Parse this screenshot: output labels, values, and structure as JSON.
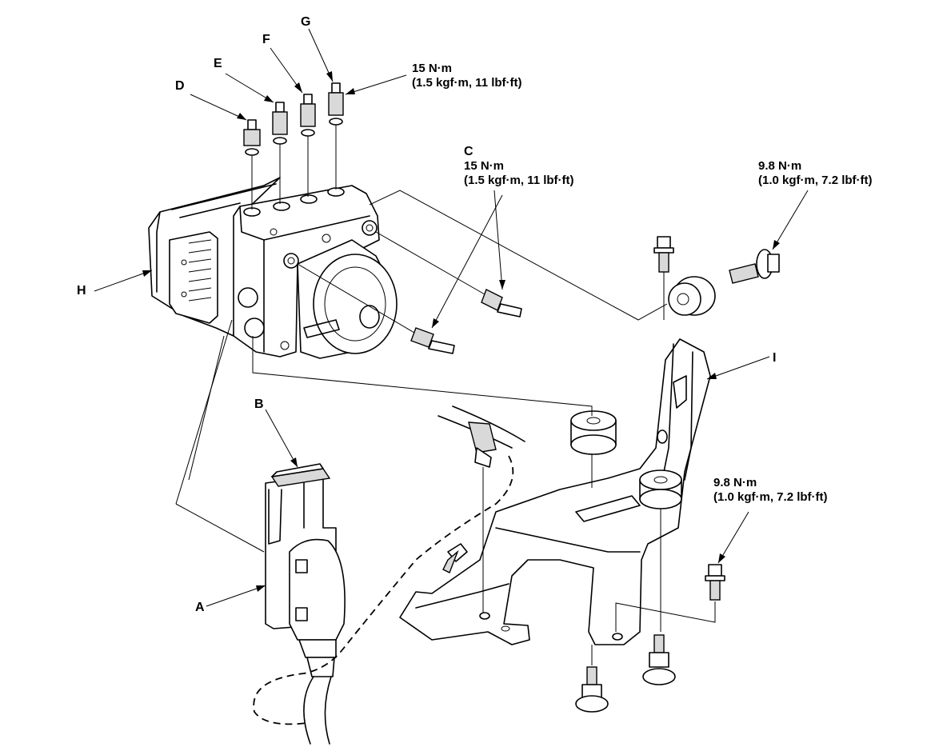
{
  "labels": {
    "a": "A",
    "b": "B",
    "c": "C",
    "d": "D",
    "e": "E",
    "f": "F",
    "g": "G",
    "h": "H",
    "i": "I"
  },
  "torques": {
    "brake_line_top": {
      "line1": "15 N·m",
      "line2": "(1.5 kgf·m, 11 lbf·ft)"
    },
    "brake_line_side": {
      "line1": "15 N·m",
      "line2": "(1.5 kgf·m, 11 lbf·ft)"
    },
    "bracket_bolt_upper": {
      "line1": "9.8 N·m",
      "line2": "(1.0 kgf·m, 7.2 lbf·ft)"
    },
    "bracket_bolt_lower": {
      "line1": "9.8 N·m",
      "line2": "(1.0 kgf·m, 7.2 lbf·ft)"
    }
  }
}
